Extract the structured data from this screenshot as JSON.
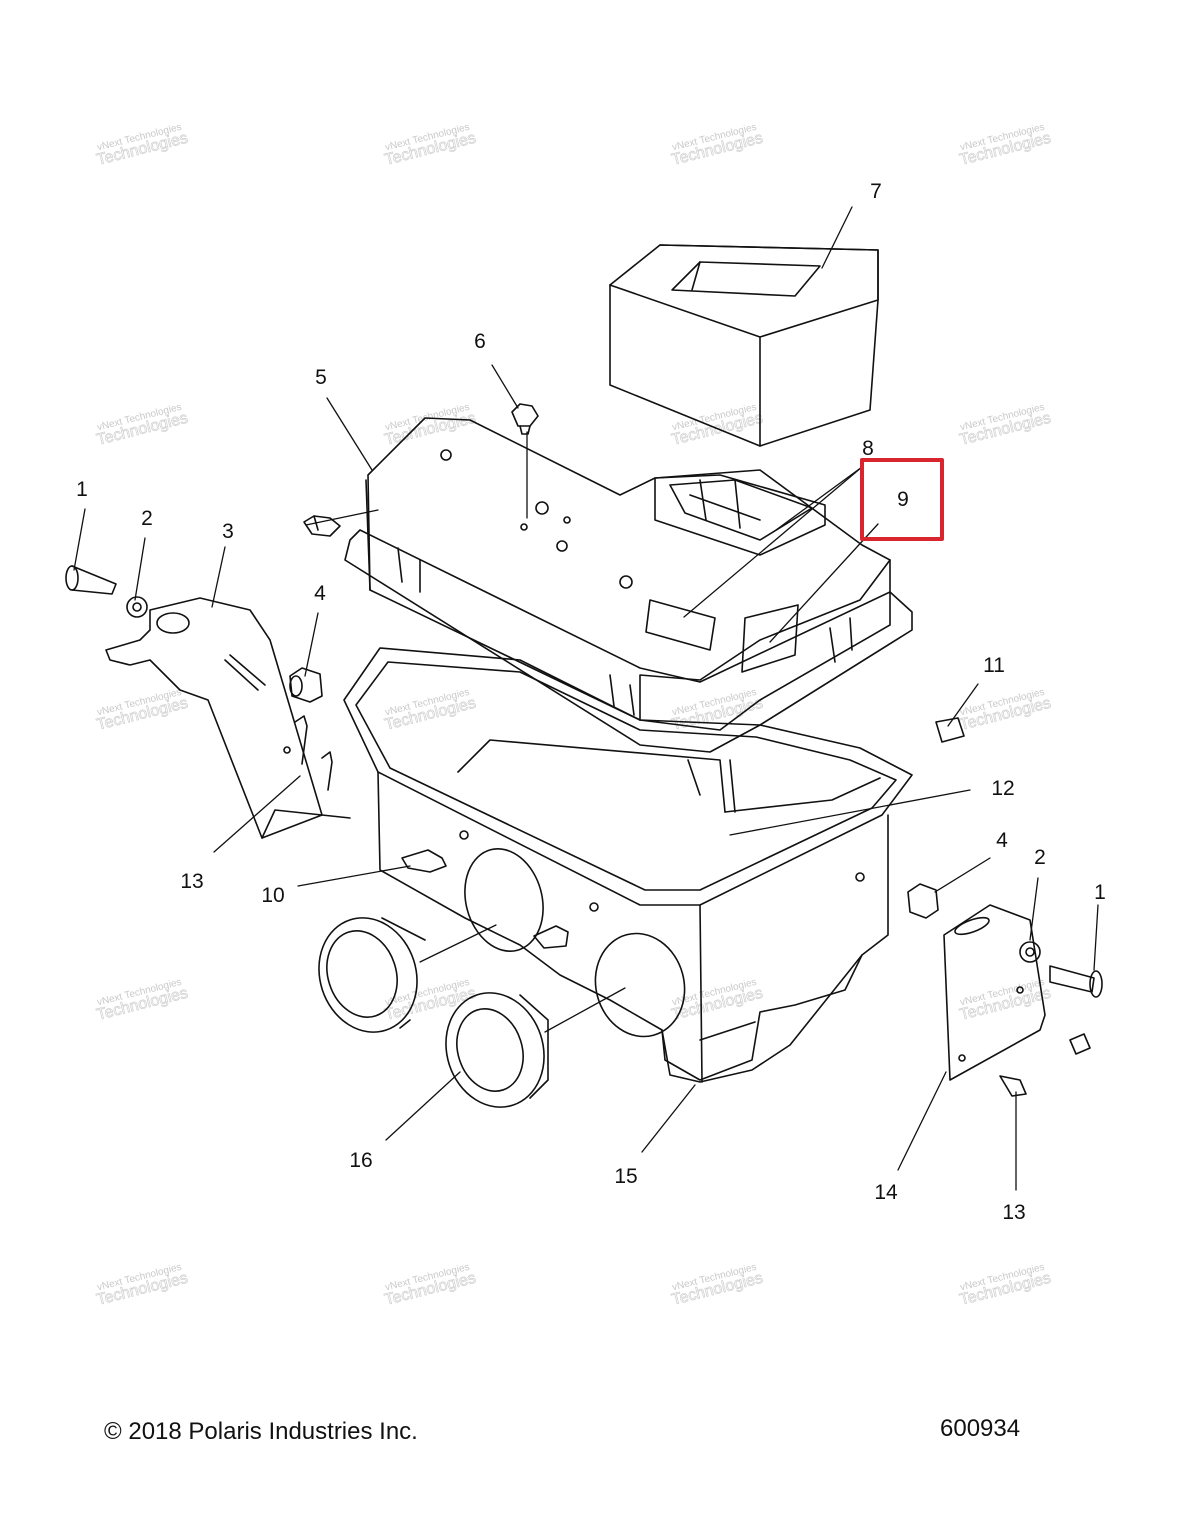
{
  "callouts": {
    "c1_left": "1",
    "c2_left": "2",
    "c3": "3",
    "c4_left": "4",
    "c5": "5",
    "c6": "6",
    "c7": "7",
    "c8": "8",
    "c9": "9",
    "c10": "10",
    "c11": "11",
    "c12": "12",
    "c13_left": "13",
    "c4_right": "4",
    "c2_right": "2",
    "c1_right": "1",
    "c13_right": "13",
    "c14": "14",
    "c15": "15",
    "c16": "16"
  },
  "highlight": {
    "color": "#d9262e",
    "target": "9"
  },
  "watermark": {
    "line1": "vNext Technologies",
    "line2_big": "Technologies",
    "line2_small": "vNext"
  },
  "footer": {
    "copyright": "© 2018 Polaris Industries Inc.",
    "drawing_id": "600934"
  }
}
